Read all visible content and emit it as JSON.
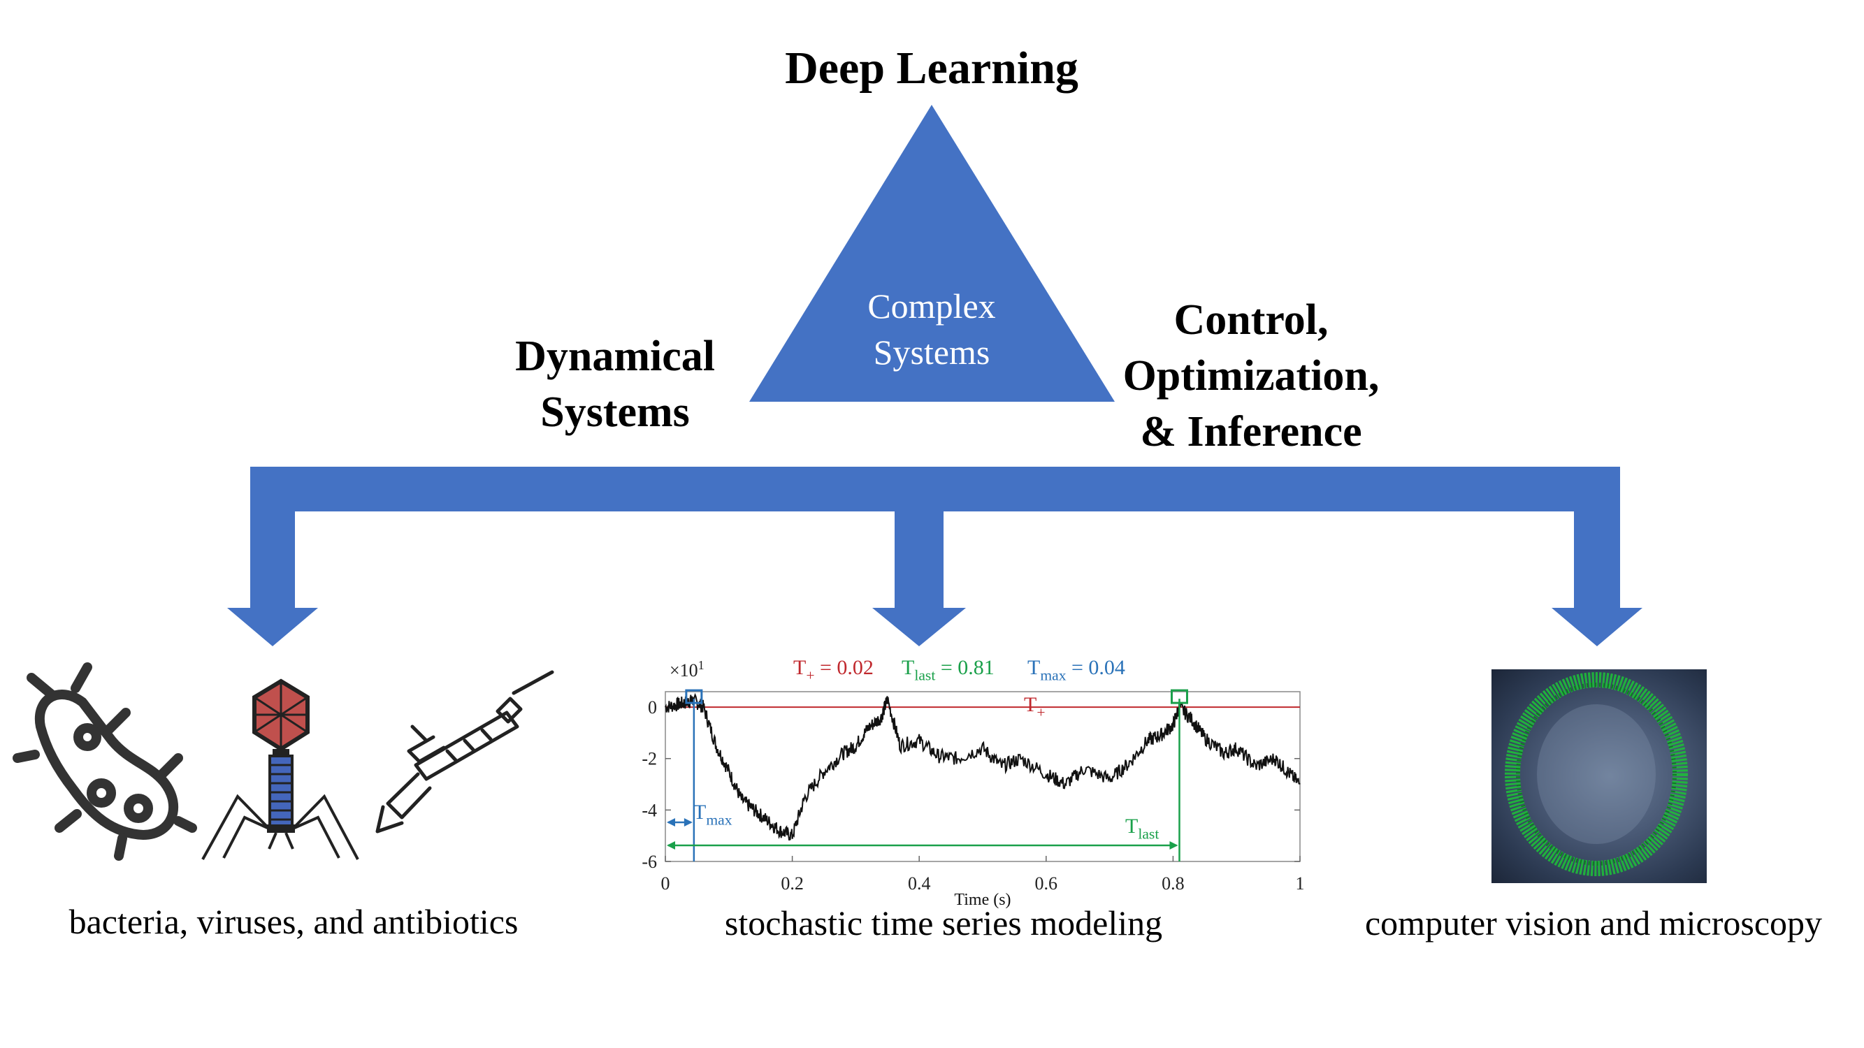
{
  "diagram": {
    "top_label": "Deep Learning",
    "center_label_line1": "Complex",
    "center_label_line2": "Systems",
    "left_label_line1": "Dynamical",
    "left_label_line2": "Systems",
    "right_label_line1": "Control,",
    "right_label_line2": "Optimization,",
    "right_label_line3": "& Inference",
    "accent_color": "#4472c4"
  },
  "captions": {
    "left": "bacteria, viruses, and antibiotics",
    "middle": "stochastic time series modeling",
    "right": "computer vision and microscopy"
  },
  "icons": [
    "bacterium-icon",
    "bacteriophage-icon",
    "syringe-icon"
  ],
  "chart_data": {
    "type": "line",
    "xlabel": "Time (s)",
    "ylabel": "",
    "y_multiplier_label": "×10",
    "y_multiplier_exp": "1",
    "xlim": [
      0,
      1
    ],
    "ylim": [
      -6,
      0.6
    ],
    "x_ticks": [
      "0",
      "0.2",
      "0.4",
      "0.6",
      "0.8",
      "1"
    ],
    "y_ticks": [
      "0",
      "-2",
      "-4",
      "-6"
    ],
    "threshold": 0,
    "threshold_label": "T",
    "threshold_label_sub": "+",
    "stats": [
      {
        "label": "T",
        "sub": "+",
        "value": " = 0.02",
        "color": "#c0282d"
      },
      {
        "label": "T",
        "sub": "last",
        "value": " = 0.81",
        "color": "#1aa04a"
      },
      {
        "label": "T",
        "sub": "max",
        "value": " = 0.04",
        "color": "#2a72b8"
      }
    ],
    "markers": [
      {
        "name": "T",
        "sub": "max",
        "x": 0.045,
        "color": "#2a72b8"
      },
      {
        "name": "T",
        "sub": "last",
        "x": 0.81,
        "color": "#1aa04a"
      }
    ],
    "series": [
      {
        "x": [
          0,
          0.02,
          0.035,
          0.045,
          0.06,
          0.08,
          0.1,
          0.12,
          0.14,
          0.16,
          0.18,
          0.2,
          0.22,
          0.25,
          0.28,
          0.3,
          0.32,
          0.34,
          0.35,
          0.37,
          0.4,
          0.43,
          0.46,
          0.5,
          0.53,
          0.56,
          0.6,
          0.63,
          0.66,
          0.7,
          0.73,
          0.76,
          0.78,
          0.8,
          0.81,
          0.83,
          0.85,
          0.88,
          0.9,
          0.93,
          0.96,
          0.98,
          1.0
        ],
        "values": [
          0,
          0.1,
          0.2,
          0.25,
          0,
          -1.5,
          -2.5,
          -3.6,
          -4.0,
          -4.4,
          -4.8,
          -5.0,
          -3.5,
          -2.5,
          -1.8,
          -1.5,
          -0.8,
          -0.4,
          0.3,
          -1.5,
          -1.3,
          -1.9,
          -2.0,
          -1.6,
          -2.3,
          -2.0,
          -2.6,
          -3.0,
          -2.4,
          -2.8,
          -2.2,
          -1.3,
          -1.1,
          -0.7,
          0.0,
          -0.5,
          -1.2,
          -1.8,
          -1.6,
          -2.3,
          -2.0,
          -2.5,
          -3.0
        ]
      }
    ]
  }
}
